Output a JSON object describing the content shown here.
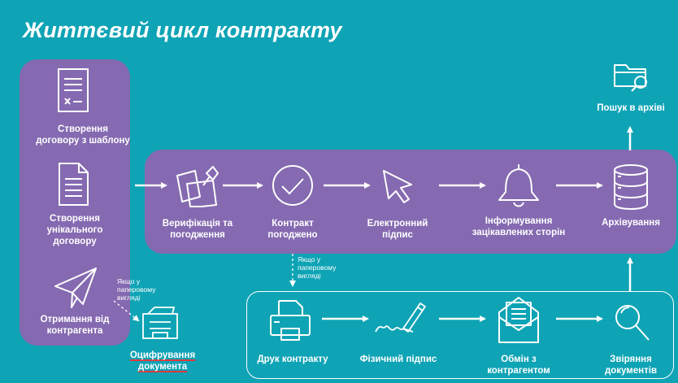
{
  "title": "Життєвий цикл контракту",
  "left": {
    "create_template": "Створення договору з шаблону",
    "create_unique": "Створення унікального договору",
    "receive": "Отримання від контрагента",
    "paper_note": "Якщо у паперовому вигляді",
    "digitize": "Оцифрування документа"
  },
  "middle": {
    "verify": "Верифікація та погодження",
    "approved": "Контракт погоджено",
    "esign": "Електронний підпис",
    "inform": "Інформування зацікавлених сторін",
    "archive": "Архівування"
  },
  "top": {
    "search": "Пошук в архіві"
  },
  "middle_note": "Якщо у паперовому вигляді",
  "bottom": {
    "print": "Друк контракту",
    "physical_sign": "Фізичний підпис",
    "exchange": "Обмін з контрагентом",
    "reconcile": "Звіряння документів"
  },
  "colors": {
    "background": "#0fa3b6",
    "panel": "#8569b1",
    "accent_underline": "#e0383b"
  }
}
